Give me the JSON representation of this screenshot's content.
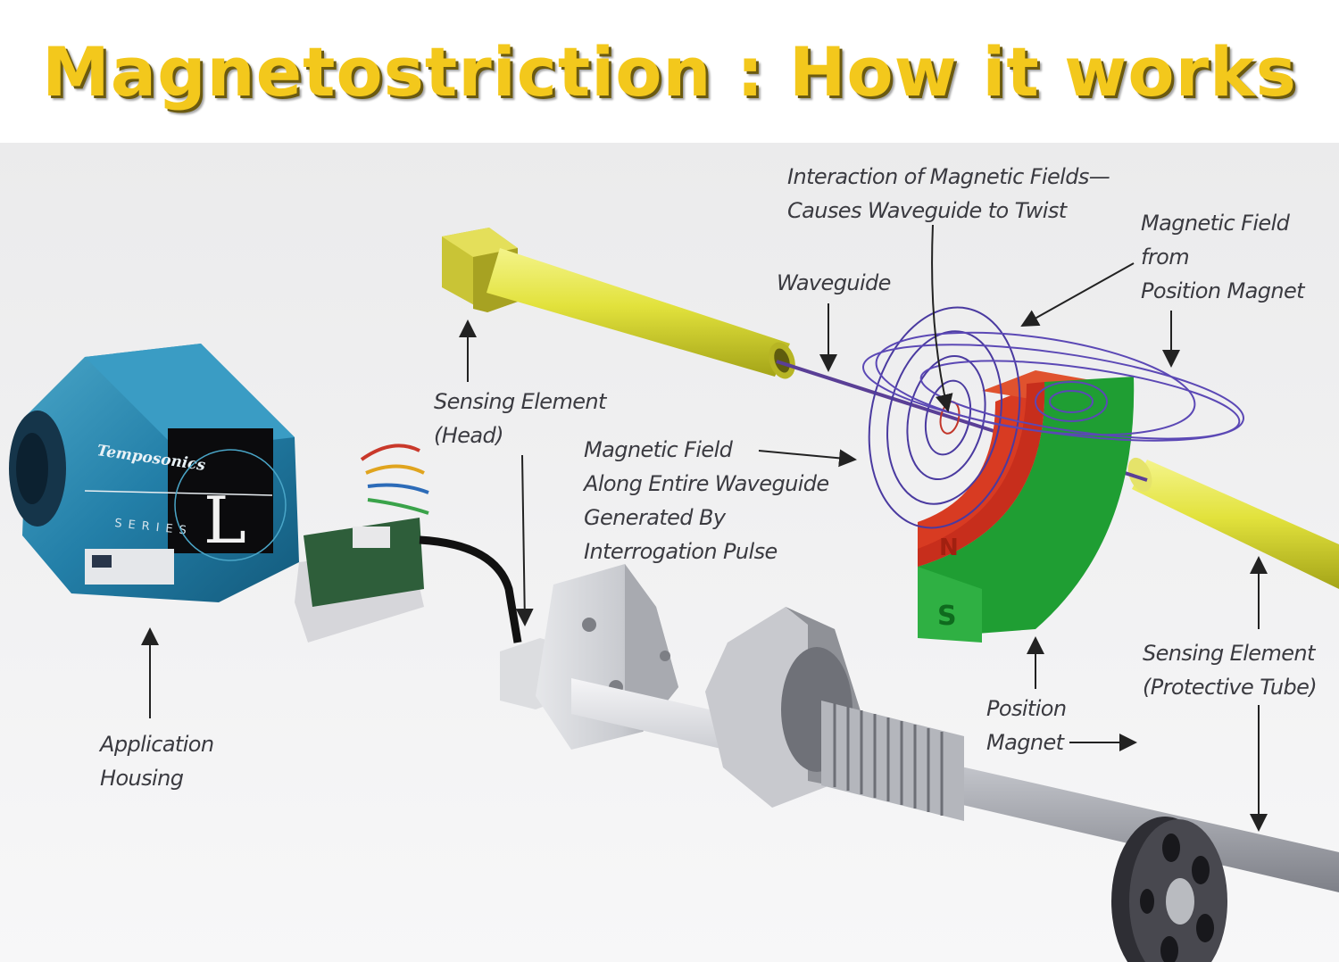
{
  "title": "Magnetostriction : How it works",
  "housing_brand": "Temposonics",
  "housing_series_letter": "L",
  "housing_series_word": "SERIES",
  "magnet_north": "N",
  "magnet_south": "S",
  "labels": {
    "interaction": [
      "Interaction of Magnetic Fields—",
      "Causes Waveguide to Twist"
    ],
    "magnetic_field_position": [
      "Magnetic Field",
      "from",
      "Position Magnet"
    ],
    "waveguide": [
      "Waveguide"
    ],
    "sensing_head": [
      "Sensing Element",
      "(Head)"
    ],
    "magnetic_field_along": [
      "Magnetic Field",
      "Along Entire Waveguide",
      "Generated By",
      "Interrogation Pulse"
    ],
    "application_housing": [
      "Application",
      "Housing"
    ],
    "position_magnet": [
      "Position",
      "Magnet"
    ],
    "sensing_tube": [
      "Sensing Element",
      "(Protective Tube)"
    ]
  }
}
